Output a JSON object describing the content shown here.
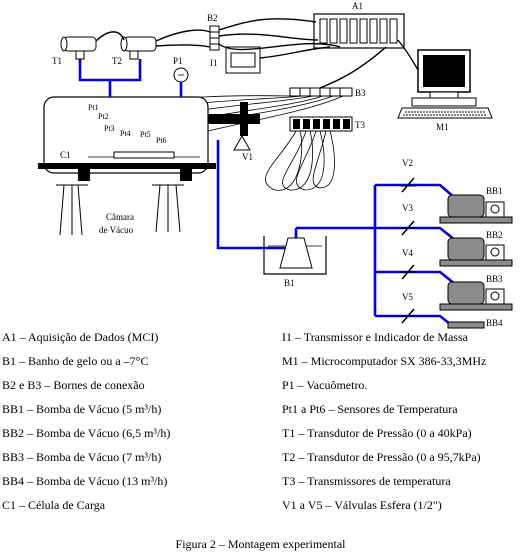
{
  "diagram": {
    "labels": {
      "A1": "A1",
      "B2": "B2",
      "B3": "B3",
      "T3": "T3",
      "M1": "M1",
      "T1": "T1",
      "T2": "T2",
      "P1": "P1",
      "I1": "I1",
      "C1": "C1",
      "V1": "V1",
      "V2": "V2",
      "V3": "V3",
      "V4": "V4",
      "V5": "V5",
      "B1": "B1",
      "BB1": "BB1",
      "BB2": "BB2",
      "BB3": "BB3",
      "BB4": "BB4",
      "Pt1": "Pt1",
      "Pt2": "Pt2",
      "Pt3": "Pt3",
      "Pt4": "Pt4",
      "Pt5": "Pt5",
      "Pt6": "Pt6",
      "camara_line1": "Câmara",
      "camara_line2": "de Vácuo"
    },
    "colors": {
      "tubing": "#0000ee",
      "wiring": "#000000",
      "pump": "#888888"
    }
  },
  "legend": {
    "left": [
      "A1 – Aquisição de Dados (MCI)",
      "B1 – Banho de gelo ou a –7°C",
      "B2 e B3 – Bornes de conexão",
      "BB1 – Bomba de Vácuo (5 m³/h)",
      "BB2 – Bomba de Vácuo (6,5 m³/h)",
      "BB3 – Bomba de Vácuo (7 m³/h)",
      "BB4 – Bomba de Vácuo (13 m³/h)",
      "C1 – Célula de Carga"
    ],
    "right": [
      "I1 – Transmissor e Indicador de Massa",
      "M1 – Microcomputador SX 386-33,3MHz",
      "P1 – Vacuômetro.",
      "Pt1 a Pt6 – Sensores de Temperatura",
      "T1 – Transdutor de Pressão (0 a 40kPa)",
      "T2 – Transdutor de Pressão (0 a 95,7kPa)",
      "T3 – Transmissores de temperatura",
      "V1 a V5 – Válvulas Esfera (1/2\")"
    ]
  },
  "caption": "Figura 2 – Montagem experimental"
}
